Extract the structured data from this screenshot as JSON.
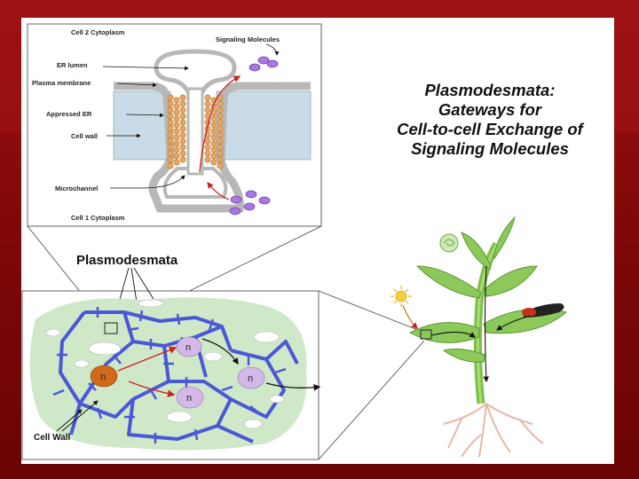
{
  "title_lines": [
    "Plasmodesmata:",
    "Gateways for",
    "Cell-to-cell Exchange of",
    "Signaling Molecules"
  ],
  "inset": {
    "labels": {
      "cell2_cytoplasm": "Cell 2 Cytoplasm",
      "signaling_molecules": "Signaling Molecules",
      "er_lumen": "ER lumen",
      "plasma_membrane": "Plasma membrane",
      "appressed_er": "Appressed ER",
      "cell_wall": "Cell wall",
      "microchannel": "Microchannel",
      "cell1_cytoplasm": "Cell 1 Cytoplasm"
    }
  },
  "tissue": {
    "heading": "Plasmodesmata",
    "cell_wall_label": "Cell Wall",
    "nucleus_label": "n"
  },
  "colors": {
    "slide_background": "#8a0a0a",
    "cell_wall_blue": "#4a58d8",
    "cytoplasm_green": "#cfe8c8",
    "molecule_purple": "#9a6ad6",
    "membrane_gray": "#b8b8b8",
    "appressed_er_orange": "#e0a060",
    "plant_green": "#7cc04a"
  }
}
